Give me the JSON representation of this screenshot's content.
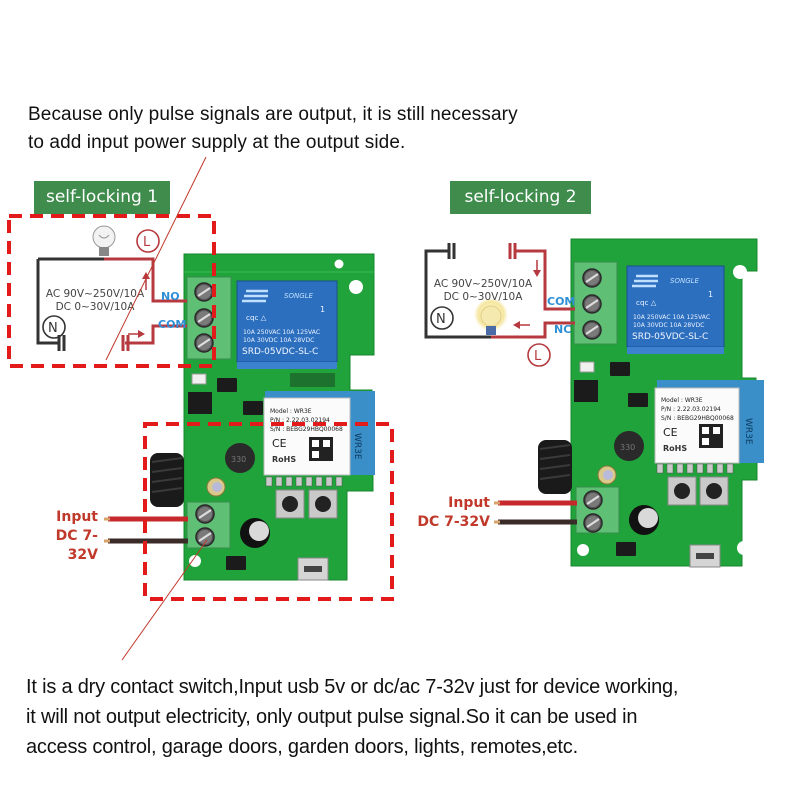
{
  "notes": {
    "top_line1": "Because only pulse signals are output, it is still necessary",
    "top_line2": "to add input power supply at the output side.",
    "bottom_line1": "It is a dry contact switch,Input usb 5v or dc/ac 7-32v just for device working,",
    "bottom_line2": "it will not output electricity, only output pulse signal.So it can be used in",
    "bottom_line3": "access control, garage doors, garden doors, lights, remotes,etc."
  },
  "diagrams": [
    {
      "tag": "self-locking 1",
      "spec_line1": "AC 90V~250V/10A",
      "spec_line2": "DC 0~30V/10A",
      "terminal_top": "NO",
      "terminal_bottom": "COM",
      "neutral_symbol": "N",
      "live_symbol": "L",
      "input_line1": "Input",
      "input_line2": "DC 7-32V"
    },
    {
      "tag": "self-locking 2",
      "spec_line1": "AC 90V~250V/10A",
      "spec_line2": "DC 0~30V/10A",
      "terminal_top": "COM",
      "terminal_bottom": "NC",
      "neutral_symbol": "N",
      "live_symbol": "L",
      "input_line1": "Input",
      "input_line2": "DC 7-32V"
    }
  ],
  "relay": {
    "brand": "SONGLE",
    "rating1": "10A 250VAC  10A 125VAC",
    "rating2": "10A  30VDC  10A  28VDC",
    "model": "SRD-05VDC-SL-C",
    "cert": "1"
  },
  "module": {
    "model": "Model : WR3E",
    "pn": "P/N : 2.22.03.02194",
    "sn": "S/N : BEBG29HBQ00068",
    "ce": "CE",
    "rohs": "RoHS",
    "antenna": "WR3E"
  },
  "inductor": "330",
  "colors": {
    "pcb": "#1fa33a",
    "pcb_dark": "#138a2a",
    "relay": "#2d6fbf",
    "terminal": "#5fbf75",
    "wire_red": "#b5393e",
    "wire_black": "#333333",
    "dash": "#e21a1a",
    "tag": "#3f8c4d",
    "label_blue": "#2f8fd6",
    "input_red": "#c0392b"
  }
}
